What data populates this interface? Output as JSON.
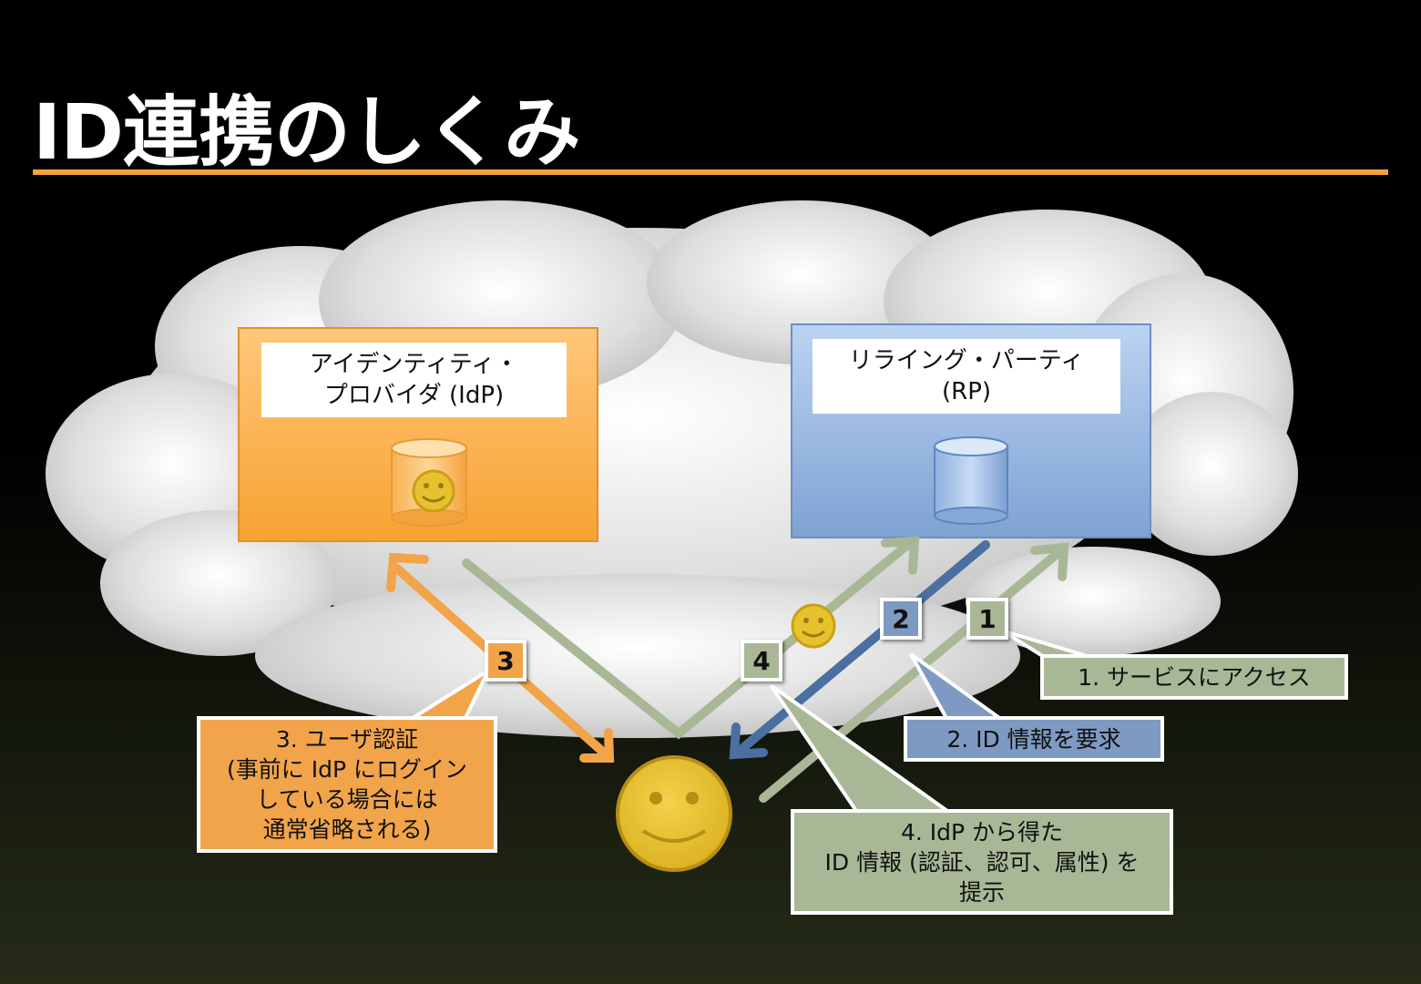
{
  "title": "ID連携のしくみ",
  "idp": {
    "label_line1": "アイデンティティ・",
    "label_line2": "プロバイダ (IdP)"
  },
  "rp": {
    "label_line1": "リライング・パーティ",
    "label_line2": "(RP)"
  },
  "steps": [
    {
      "number": "1",
      "text": "1. サービスにアクセス"
    },
    {
      "number": "2",
      "text": "2. ID 情報を要求"
    },
    {
      "number": "3",
      "lines": [
        "3. ユーザ認証",
        "(事前に IdP にログイン",
        "している場合には",
        "通常省略される)"
      ]
    },
    {
      "number": "4",
      "lines": [
        "4. IdP から得た",
        "ID 情報 (認証、認可、属性) を",
        "提示"
      ]
    }
  ],
  "colors": {
    "orange": "#f2a44a",
    "blue": "#4a6fa0",
    "green": "#a8b896",
    "yellow": "#e8c22e",
    "cloud": "#cfcfcf"
  },
  "icons": [
    "smiley-icon",
    "database-icon",
    "cloud-shape"
  ]
}
